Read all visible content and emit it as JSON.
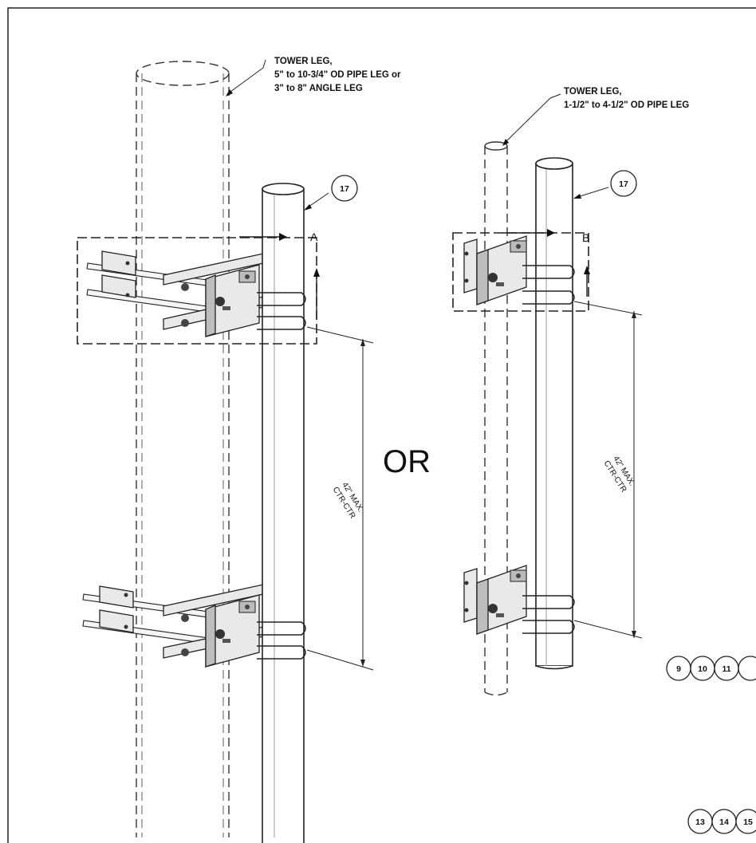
{
  "labels": {
    "tower_leg_large": [
      "TOWER LEG,",
      "5\" to 10-3/4\" OD PIPE LEG or",
      "3\" to 8\" ANGLE LEG"
    ],
    "tower_leg_small": [
      "TOWER LEG,",
      "1-1/2\" to 4-1/2\" OD PIPE LEG"
    ],
    "or": "OR",
    "detail_a": "A",
    "detail_b": "B",
    "dim_left": [
      "42\" MAX.",
      "CTR-CTR"
    ],
    "dim_right": [
      "42\" MAX.",
      "CTR-CTR"
    ]
  },
  "callouts": {
    "pipe_left": "17",
    "pipe_right": "17",
    "hardware_row1": [
      "9",
      "10",
      "11"
    ],
    "hardware_row2": [
      "13",
      "14",
      "15"
    ]
  }
}
